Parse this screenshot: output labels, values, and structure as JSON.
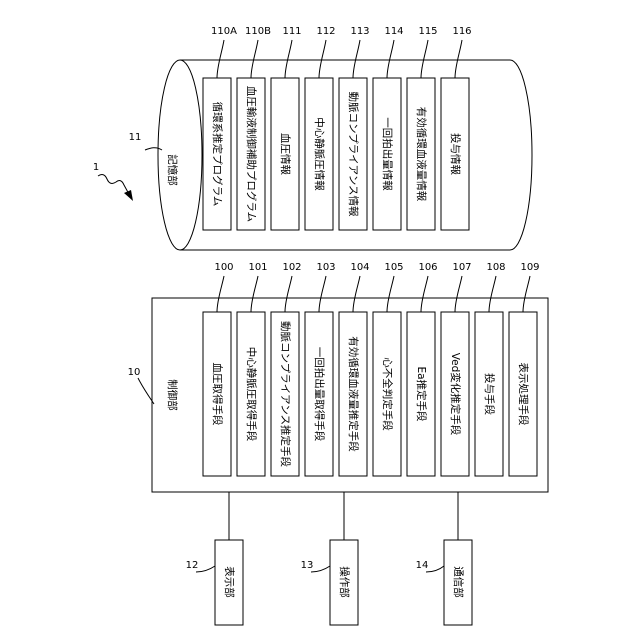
{
  "diagram": {
    "figure_ref": "1",
    "storage": {
      "ref": "11",
      "label": "記憶部",
      "items": [
        {
          "ref": "110A",
          "label": "循環系推定プログラム"
        },
        {
          "ref": "110B",
          "label": "血圧輸液制御補助プログラム"
        },
        {
          "ref": "111",
          "label": "血圧情報"
        },
        {
          "ref": "112",
          "label": "中心静脈圧情報"
        },
        {
          "ref": "113",
          "label": "動脈コンプライアンス情報"
        },
        {
          "ref": "114",
          "label": "一回拍出量情報"
        },
        {
          "ref": "115",
          "label": "有効循環血液量情報"
        },
        {
          "ref": "116",
          "label": "投与情報"
        }
      ]
    },
    "control": {
      "ref": "10",
      "label": "制御部",
      "items": [
        {
          "ref": "100",
          "label": "血圧取得手段"
        },
        {
          "ref": "101",
          "label": "中心静脈圧取得手段"
        },
        {
          "ref": "102",
          "label": "動脈コンプライアンス推定手段"
        },
        {
          "ref": "103",
          "label": "一回拍出量取得手段"
        },
        {
          "ref": "104",
          "label": "有効循環血液量推定手段"
        },
        {
          "ref": "105",
          "label": "心不全判定手段"
        },
        {
          "ref": "106",
          "label": "Ea推定手段"
        },
        {
          "ref": "107",
          "label": "Ved変化推定手段"
        },
        {
          "ref": "108",
          "label": "投与手段"
        },
        {
          "ref": "109",
          "label": "表示処理手段"
        }
      ]
    },
    "peripherals": [
      {
        "ref": "12",
        "label": "表示部"
      },
      {
        "ref": "13",
        "label": "操作部"
      },
      {
        "ref": "14",
        "label": "通信部"
      }
    ]
  }
}
